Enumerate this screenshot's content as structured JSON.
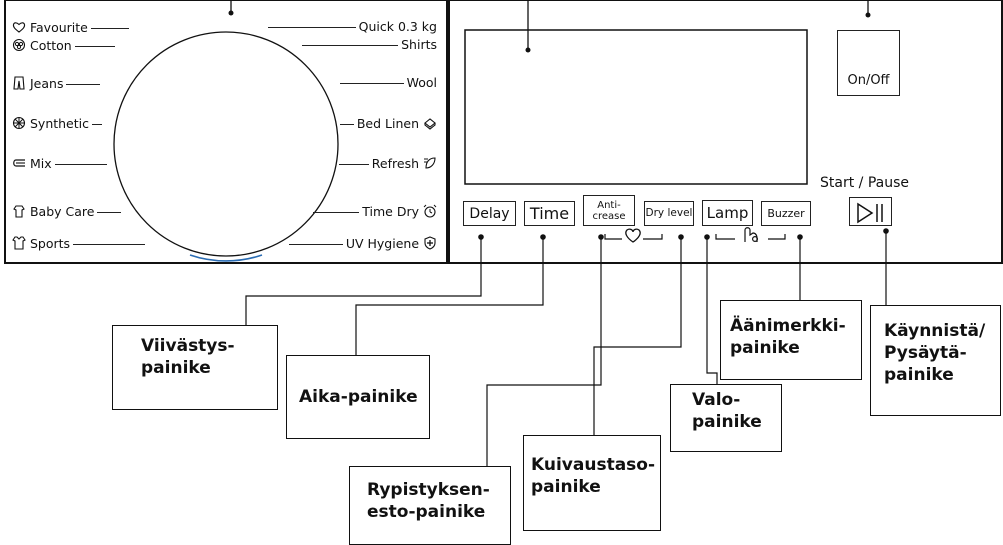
{
  "programs_left": [
    {
      "label": "Favourite",
      "icon": "heart-icon"
    },
    {
      "label": "Cotton",
      "icon": "cotton-icon"
    },
    {
      "label": "Jeans",
      "icon": "jeans-icon"
    },
    {
      "label": "Synthetic",
      "icon": "synthetic-icon"
    },
    {
      "label": "Mix",
      "icon": "mix-icon"
    },
    {
      "label": "Baby Care",
      "icon": "baby-care-icon"
    },
    {
      "label": "Sports",
      "icon": "sports-icon"
    }
  ],
  "programs_right": [
    {
      "label": "Quick 0.3 kg",
      "icon": ""
    },
    {
      "label": "Shirts",
      "icon": ""
    },
    {
      "label": "Wool",
      "icon": ""
    },
    {
      "label": "Bed Linen",
      "icon": "bed-linen-icon"
    },
    {
      "label": "Refresh",
      "icon": "refresh-icon"
    },
    {
      "label": "Time Dry",
      "icon": "alarm-clock-icon"
    },
    {
      "label": "UV Hygiene",
      "icon": "uv-hygiene-icon"
    }
  ],
  "controls": {
    "power_label": "On/Off",
    "start_pause_label": "Start / Pause",
    "delay": "Delay",
    "time": "Time",
    "anti_crease": "Anti-\ncrease",
    "dry_level": "Dry level",
    "lamp": "Lamp",
    "buzzer": "Buzzer"
  },
  "callouts": {
    "delay": "Viivästys-\npainike",
    "time": "Aika-painike",
    "anti_crease": "Rypistyksen-\nesto-painike",
    "dry_level": "Kuivaustaso-\npainike",
    "lamp": "Valo-\npainike",
    "buzzer": "Äänimerkki-\npainike",
    "start_pause": "Käynnistä/\nPysäytä-\npainike"
  }
}
